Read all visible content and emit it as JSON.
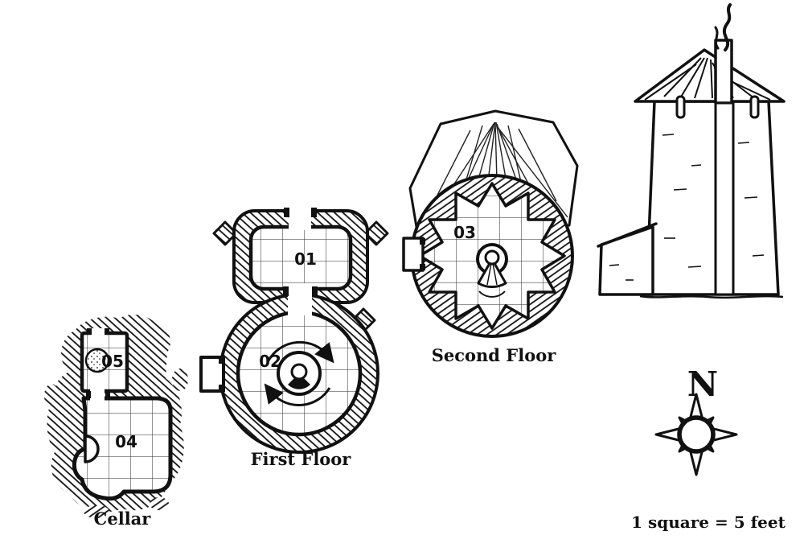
{
  "page": {
    "colors": {
      "ink": "#111111",
      "paper": "#ffffff"
    }
  },
  "plans": {
    "cellar": {
      "caption": "Cellar",
      "rooms": {
        "r04": "04",
        "r05": "05"
      }
    },
    "first_floor": {
      "caption": "First Floor",
      "rooms": {
        "r01": "01",
        "r02": "02"
      }
    },
    "second_floor": {
      "caption": "Second Floor",
      "rooms": {
        "r03": "03"
      }
    }
  },
  "compass": {
    "north": "N"
  },
  "scale": {
    "text": "1 square = 5 feet"
  }
}
